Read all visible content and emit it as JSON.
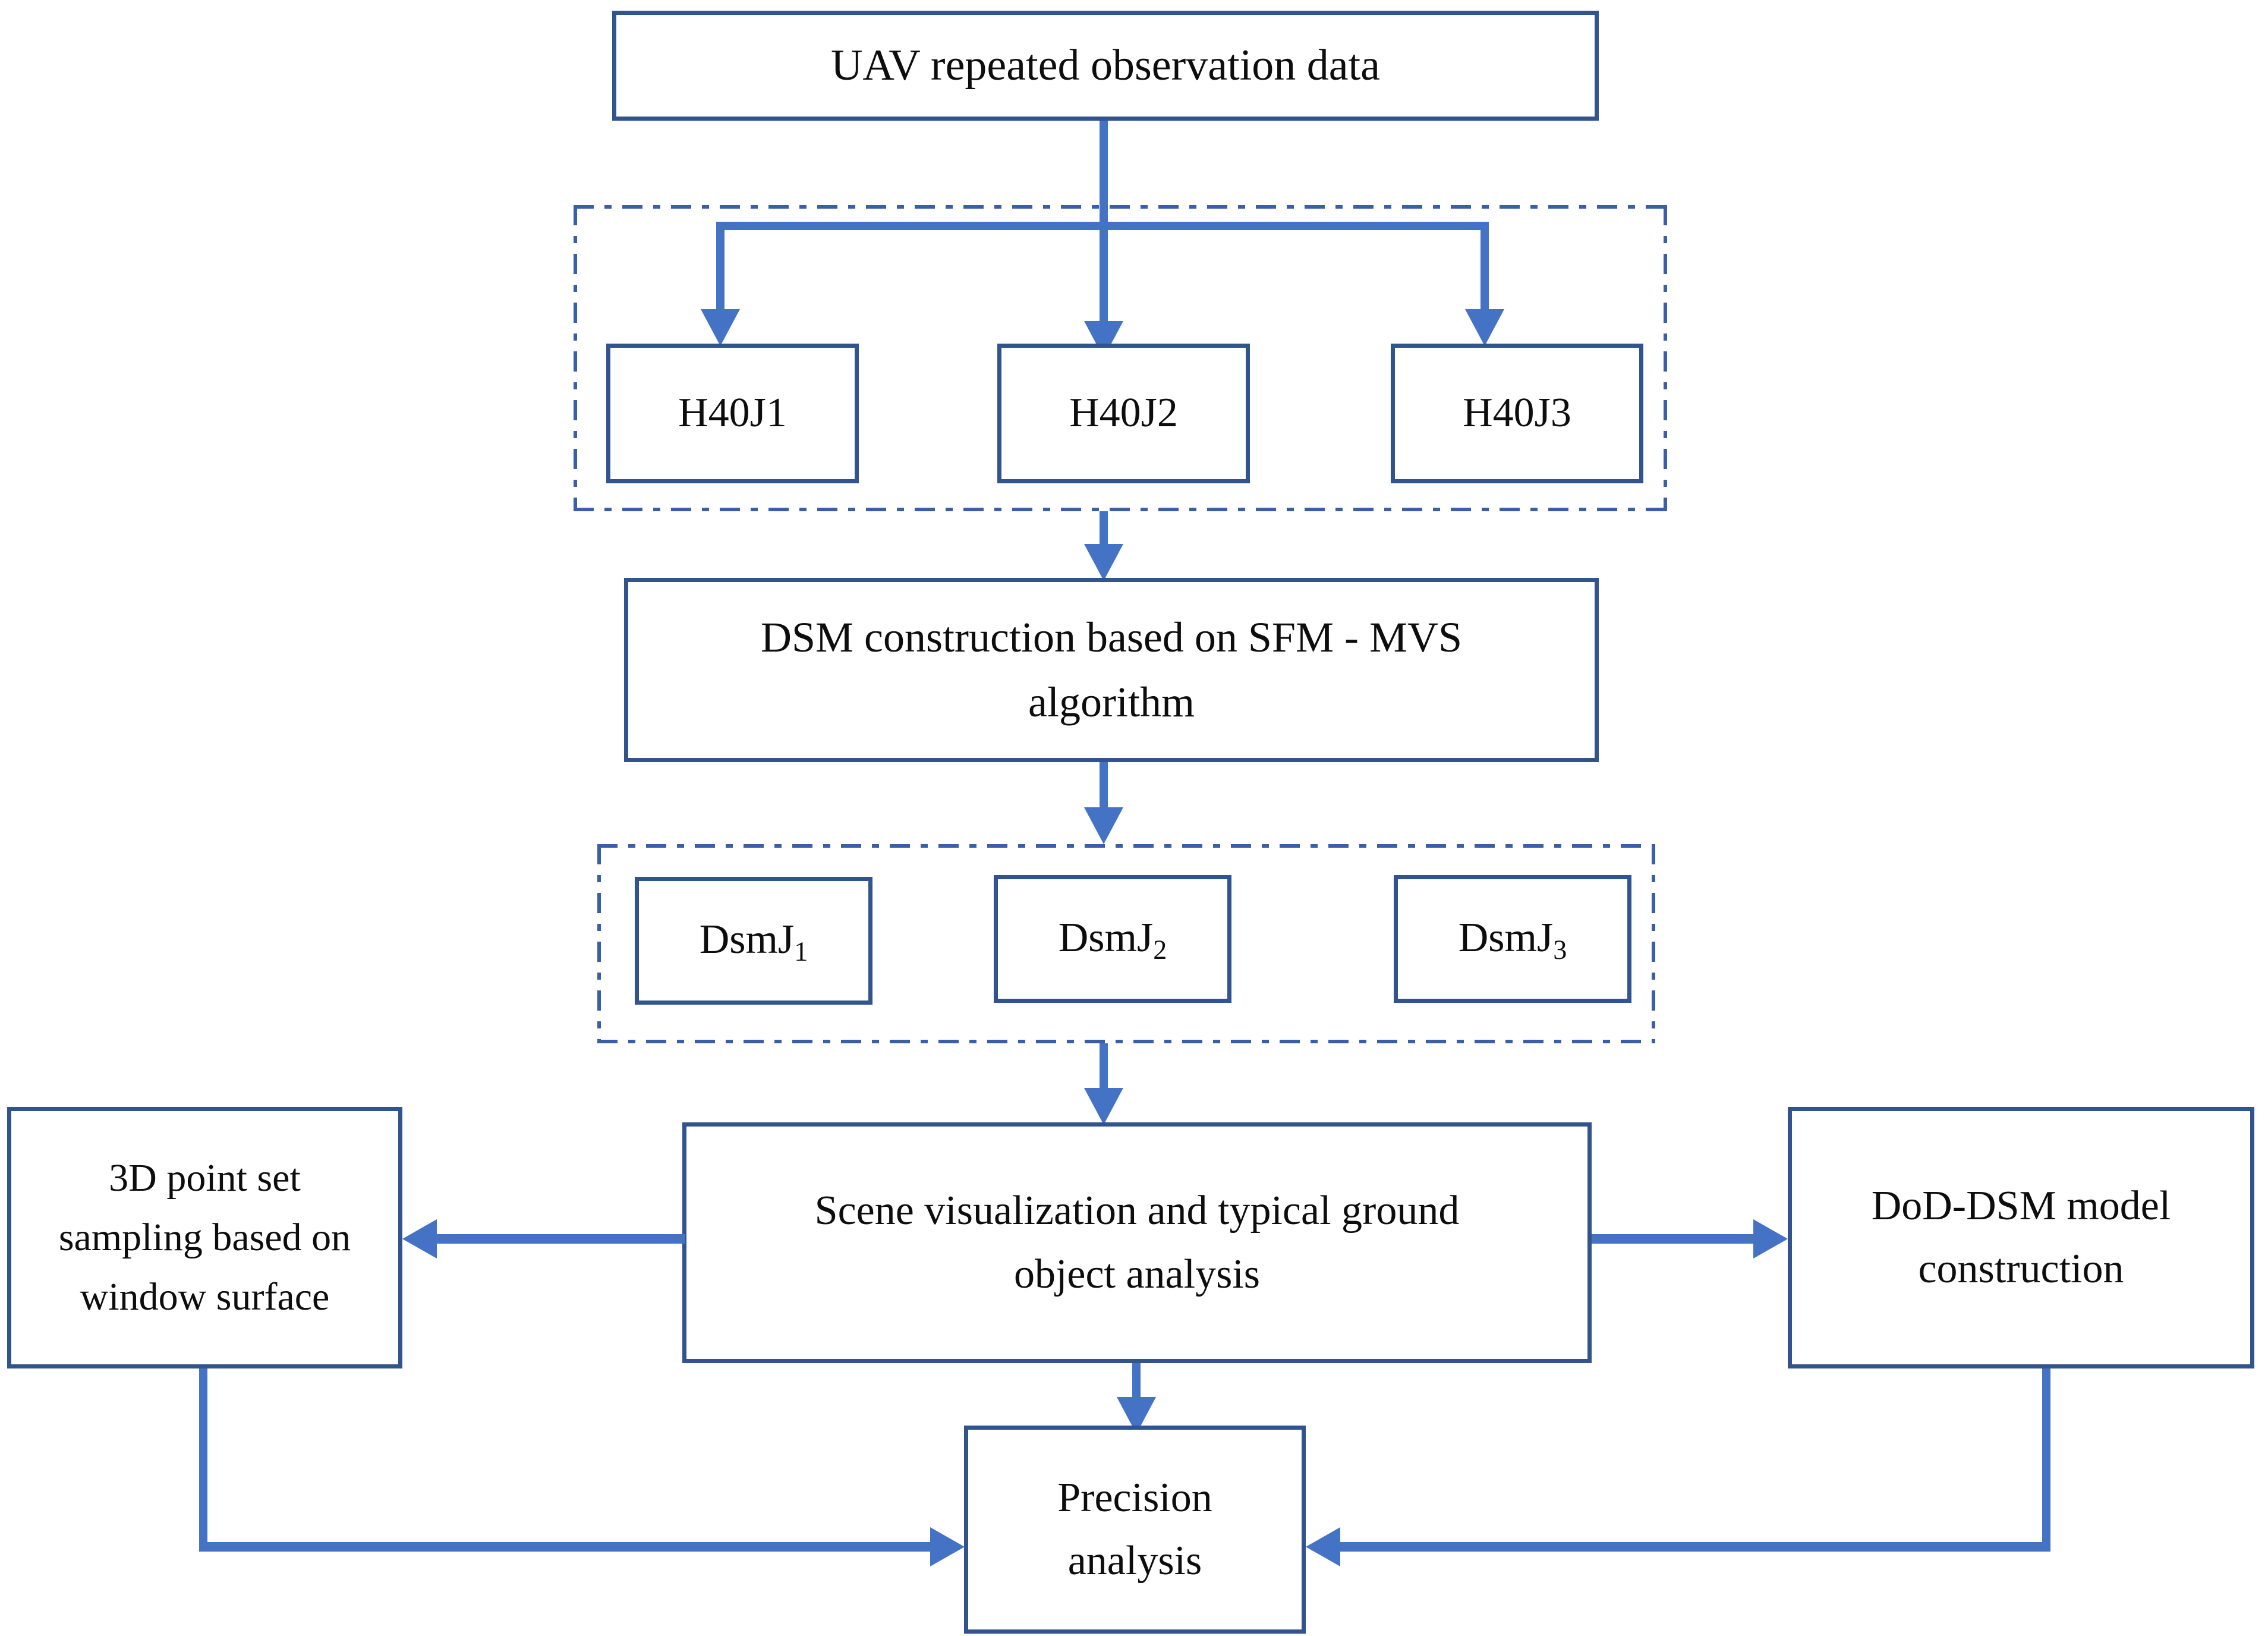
{
  "diagram": {
    "title": "UAV repeated observation DSM processing workflow",
    "colors": {
      "box_border": "#31548E",
      "connector": "#4472C4",
      "group_border": "#3A5FA8",
      "text": "#0d0d0d",
      "background": "#ffffff"
    },
    "nodes": {
      "uav_data": "UAV repeated observation data",
      "h40j1": "H40J1",
      "h40j2": "H40J2",
      "h40j3": "H40J3",
      "dsm_construction_line1": "DSM construction based on SFM - MVS",
      "dsm_construction_line2": "algorithm",
      "dsmj1_base": "DsmJ",
      "dsmj1_sub": "1",
      "dsmj2_base": "DsmJ",
      "dsmj2_sub": "2",
      "dsmj3_base": "DsmJ",
      "dsmj3_sub": "3",
      "point_set_line1": "3D point set",
      "point_set_line2": "sampling based on",
      "point_set_line3": "window surface",
      "scene_line1": "Scene visualization and typical ground",
      "scene_line2": "object analysis",
      "dod_line1": "DoD-DSM model",
      "dod_line2": "construction",
      "precision_line1": "Precision",
      "precision_line2": "analysis"
    },
    "groups": {
      "raw_data_group": "raw observation dataset group",
      "dsm_group": "generated DSM group"
    },
    "edges": [
      "uav-data to raw-data-group split",
      "split to H40J1",
      "split to H40J2",
      "split to H40J3",
      "raw-data-group to DSM construction",
      "DSM construction to dsm-group",
      "dsm-group to scene visualization",
      "scene visualization to 3D point set sampling",
      "scene visualization to DoD-DSM model construction",
      "scene visualization to precision analysis",
      "3D point set sampling to precision analysis",
      "DoD-DSM model construction to precision analysis"
    ]
  }
}
